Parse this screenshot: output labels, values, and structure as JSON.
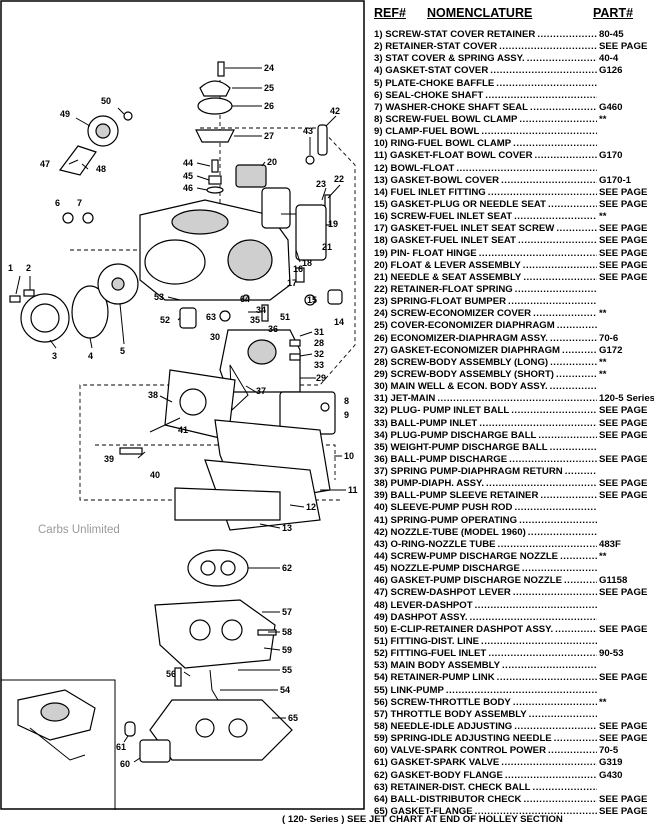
{
  "header": {
    "ref": "REF#",
    "nomenclature": "NOMENCLATURE",
    "part": "PART#"
  },
  "watermark": "Carbs Unlimited",
  "footer": "( 120- Series ) SEE JET CHART AT END OF HOLLEY SECTION",
  "callouts": [
    "24",
    "25",
    "26",
    "27",
    "50",
    "49",
    "42",
    "43",
    "20",
    "44",
    "45",
    "46",
    "23",
    "22",
    "47",
    "48",
    "6",
    "7",
    "19",
    "21",
    "18",
    "1",
    "2",
    "3",
    "4",
    "5",
    "53",
    "64",
    "63",
    "52",
    "34",
    "35",
    "51",
    "36",
    "31",
    "16",
    "17",
    "15",
    "14",
    "30",
    "28",
    "32",
    "33",
    "29",
    "37",
    "38",
    "8",
    "9",
    "39",
    "41",
    "40",
    "10",
    "11",
    "12",
    "13",
    "62",
    "57",
    "58",
    "59",
    "56",
    "55",
    "54",
    "65",
    "61",
    "60"
  ],
  "parts": [
    {
      "ref": "1)",
      "name": "SCREW-STAT COVER RETAINER",
      "part": "80-45"
    },
    {
      "ref": "2)",
      "name": "RETAINER-STAT COVER",
      "part": "SEE PAGE"
    },
    {
      "ref": "3)",
      "name": "STAT COVER & SPRING ASSY.",
      "part": "40-4"
    },
    {
      "ref": "4)",
      "name": "GASKET-STAT COVER",
      "part": "G126"
    },
    {
      "ref": "5)",
      "name": "PLATE-CHOKE BAFFLE",
      "part": ""
    },
    {
      "ref": "6)",
      "name": "SEAL-CHOKE SHAFT",
      "part": ""
    },
    {
      "ref": "7)",
      "name": "WASHER-CHOKE SHAFT SEAL",
      "part": "G460"
    },
    {
      "ref": "8)",
      "name": "SCREW-FUEL BOWL CLAMP",
      "part": "**"
    },
    {
      "ref": "9)",
      "name": "CLAMP-FUEL BOWL",
      "part": ""
    },
    {
      "ref": "10)",
      "name": "RING-FUEL BOWL CLAMP",
      "part": ""
    },
    {
      "ref": "11)",
      "name": "GASKET-FLOAT BOWL COVER",
      "part": "G170"
    },
    {
      "ref": "12)",
      "name": "BOWL-FLOAT",
      "part": ""
    },
    {
      "ref": "13)",
      "name": "GASKET-BOWL COVER",
      "part": "G170-1"
    },
    {
      "ref": "14)",
      "name": "FUEL INLET FITTING",
      "part": "SEE PAGE"
    },
    {
      "ref": "15)",
      "name": "GASKET-PLUG OR NEEDLE SEAT",
      "part": "SEE PAGE"
    },
    {
      "ref": "16)",
      "name": "SCREW-FUEL INLET SEAT",
      "part": "**"
    },
    {
      "ref": "17)",
      "name": "GASKET-FUEL INLET SEAT SCREW",
      "part": "SEE PAGE"
    },
    {
      "ref": "18)",
      "name": "GASKET-FUEL INLET SEAT",
      "part": "SEE PAGE"
    },
    {
      "ref": "19)",
      "name": "PIN- FLOAT HINGE",
      "part": "SEE PAGE"
    },
    {
      "ref": "20)",
      "name": "FLOAT & LEVER ASSEMBLY",
      "part": "SEE PAGE"
    },
    {
      "ref": "21)",
      "name": "NEEDLE & SEAT ASSEMBLY",
      "part": "SEE PAGE"
    },
    {
      "ref": "22)",
      "name": "RETAINER-FLOAT SPRING",
      "part": ""
    },
    {
      "ref": "23)",
      "name": "SPRING-FLOAT BUMPER",
      "part": ""
    },
    {
      "ref": "24)",
      "name": "SCREW-ECONOMIZER COVER",
      "part": "**"
    },
    {
      "ref": "25)",
      "name": "COVER-ECONOMIZER DIAPHRAGM",
      "part": ""
    },
    {
      "ref": "26)",
      "name": "ECONOMIZER-DIAPHRAGM ASSY.",
      "part": "70-6"
    },
    {
      "ref": "27)",
      "name": "GASKET-ECONOMIZER DIAPHRAGM",
      "part": "G172"
    },
    {
      "ref": "28)",
      "name": "SCREW-BODY ASSEMBLY (LONG)",
      "part": "**"
    },
    {
      "ref": "29)",
      "name": "SCREW-BODY ASSEMBLY (SHORT)",
      "part": "**"
    },
    {
      "ref": "30)",
      "name": "MAIN WELL & ECON. BODY ASSY.",
      "part": ""
    },
    {
      "ref": "31)",
      "name": "JET-MAIN",
      "part": "120-5 Series"
    },
    {
      "ref": "32)",
      "name": "PLUG- PUMP INLET BALL",
      "part": "SEE PAGE"
    },
    {
      "ref": "33)",
      "name": "BALL-PUMP INLET",
      "part": "SEE PAGE"
    },
    {
      "ref": "34)",
      "name": "PLUG-PUMP DISCHARGE BALL",
      "part": "SEE PAGE"
    },
    {
      "ref": "35)",
      "name": "WEIGHT-PUMP DISCHARGE BALL",
      "part": ""
    },
    {
      "ref": "36)",
      "name": "BALL-PUMP DISCHARGE",
      "part": "SEE PAGE"
    },
    {
      "ref": "37)",
      "name": "SPRING PUMP-DIAPHRAGM RETURN",
      "part": ""
    },
    {
      "ref": "38)",
      "name": "PUMP-DIAPH. ASSY.",
      "part": "SEE PAGE"
    },
    {
      "ref": "39)",
      "name": "BALL-PUMP SLEEVE RETAINER",
      "part": "SEE PAGE"
    },
    {
      "ref": "40)",
      "name": "SLEEVE-PUMP PUSH ROD",
      "part": ""
    },
    {
      "ref": "41)",
      "name": "SPRING-PUMP OPERATING",
      "part": ""
    },
    {
      "ref": "42)",
      "name": "NOZZLE-TUBE (MODEL 1960)",
      "part": ""
    },
    {
      "ref": "43)",
      "name": "O-RING-NOZZLE TUBE",
      "part": "483F"
    },
    {
      "ref": "44)",
      "name": "SCREW-PUMP DISCHARGE NOZZLE",
      "part": "**"
    },
    {
      "ref": "45)",
      "name": "NOZZLE-PUMP DISCHARGE",
      "part": ""
    },
    {
      "ref": "46)",
      "name": "GASKET-PUMP DISCHARGE NOZZLE",
      "part": "G1158"
    },
    {
      "ref": "47)",
      "name": "SCREW-DASHPOT LEVER",
      "part": "SEE PAGE"
    },
    {
      "ref": "48)",
      "name": "LEVER-DASHPOT",
      "part": ""
    },
    {
      "ref": "49)",
      "name": "DASHPOT ASSY.",
      "part": ""
    },
    {
      "ref": "50)",
      "name": "E-CLIP-RETAINER DASHPOT ASSY.",
      "part": "SEE PAGE"
    },
    {
      "ref": "51)",
      "name": "FITTING-DIST. LINE",
      "part": ""
    },
    {
      "ref": "52)",
      "name": "FITTING-FUEL INLET",
      "part": "90-53"
    },
    {
      "ref": "53)",
      "name": "MAIN BODY ASSEMBLY",
      "part": ""
    },
    {
      "ref": "54)",
      "name": "RETAINER-PUMP LINK",
      "part": "SEE PAGE"
    },
    {
      "ref": "55)",
      "name": "LINK-PUMP",
      "part": ""
    },
    {
      "ref": "56)",
      "name": "SCREW-THROTTLE BODY",
      "part": "**"
    },
    {
      "ref": "57)",
      "name": "THROTTLE BODY ASSEMBLY",
      "part": ""
    },
    {
      "ref": "58)",
      "name": "NEEDLE-IDLE ADJUSTING",
      "part": "SEE PAGE"
    },
    {
      "ref": "59)",
      "name": "SPRING-IDLE ADJUSTING NEEDLE",
      "part": "SEE PAGE"
    },
    {
      "ref": "60)",
      "name": "VALVE-SPARK CONTROL POWER",
      "part": "70-5"
    },
    {
      "ref": "61)",
      "name": "GASKET-SPARK VALVE",
      "part": "G319"
    },
    {
      "ref": "62)",
      "name": "GASKET-BODY FLANGE",
      "part": "G430"
    },
    {
      "ref": "63)",
      "name": "RETAINER-DIST. CHECK BALL",
      "part": ""
    },
    {
      "ref": "64)",
      "name": "BALL-DISTRIBUTOR CHECK",
      "part": "SEE PAGE"
    },
    {
      "ref": "65)",
      "name": "GASKET-FLANGE",
      "part": "SEE PAGE"
    }
  ]
}
